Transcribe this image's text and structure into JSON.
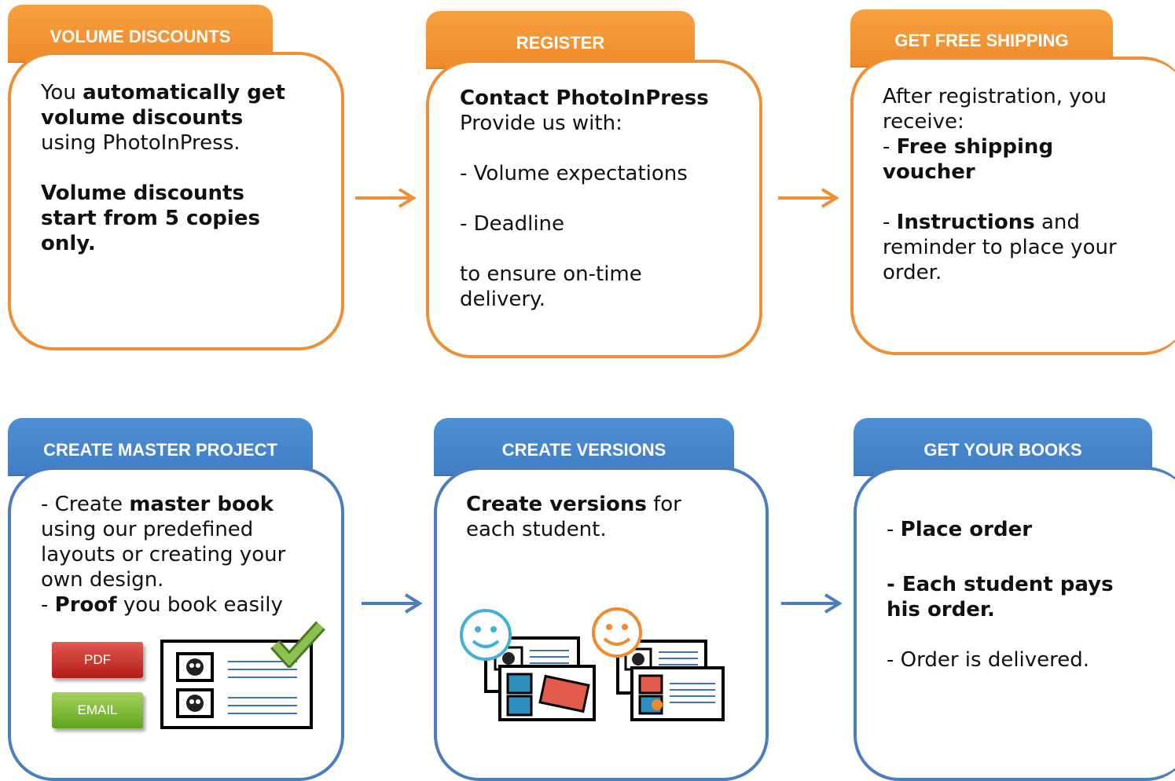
{
  "colors": {
    "orange": "#ef8f35",
    "blue": "#4a7ec0",
    "pdf": "#c7302a",
    "email": "#7dbb36"
  },
  "steps": [
    {
      "title": "VOLUME DISCOUNTS",
      "line1_a": "You ",
      "line1_b": "automatically get",
      "line2_b": "volume discounts",
      "line3": "using PhotoInPress.",
      "line4_b": "Volume discounts",
      "line5_b": "start from 5 copies",
      "line6_b": "only."
    },
    {
      "title": "REGISTER",
      "line1_b": "Contact PhotoInPress",
      "line2": "Provide us with:",
      "line3": "- Volume expectations",
      "line4": "- Deadline",
      "line5": "to ensure on-time",
      "line6": "delivery."
    },
    {
      "title": "GET FREE SHIPPING",
      "line1": "After registration, you",
      "line2": "receive:",
      "line3_a": "- ",
      "line3_b": "Free shipping",
      "line4_b": "voucher",
      "line5_a": "- ",
      "line5_b": "Instructions",
      "line5_c": " and",
      "line6": "reminder to place your",
      "line7": "order."
    },
    {
      "title": "CREATE MASTER PROJECT",
      "line1_a": "- Create ",
      "line1_b": "master book",
      "line2": "using our predefined",
      "line3": "layouts or creating your",
      "line4": "own design.",
      "line5_a": "- ",
      "line5_b": "Proof",
      "line5_c": " you book easily",
      "btn_pdf": "PDF",
      "btn_email": "EMAIL"
    },
    {
      "title": "CREATE VERSIONS",
      "line1_b": "Create versions",
      "line1_c": " for",
      "line2": "each student."
    },
    {
      "title": "GET YOUR BOOKS",
      "line1_a": "- ",
      "line1_b": "Place order",
      "line2_b": "- Each student pays",
      "line3_b": "his order.",
      "line4": "- Order is delivered."
    }
  ],
  "icons": [
    "right-arrow-icon",
    "smiley-face-icon",
    "checkmark-icon",
    "photo-card-icon"
  ]
}
